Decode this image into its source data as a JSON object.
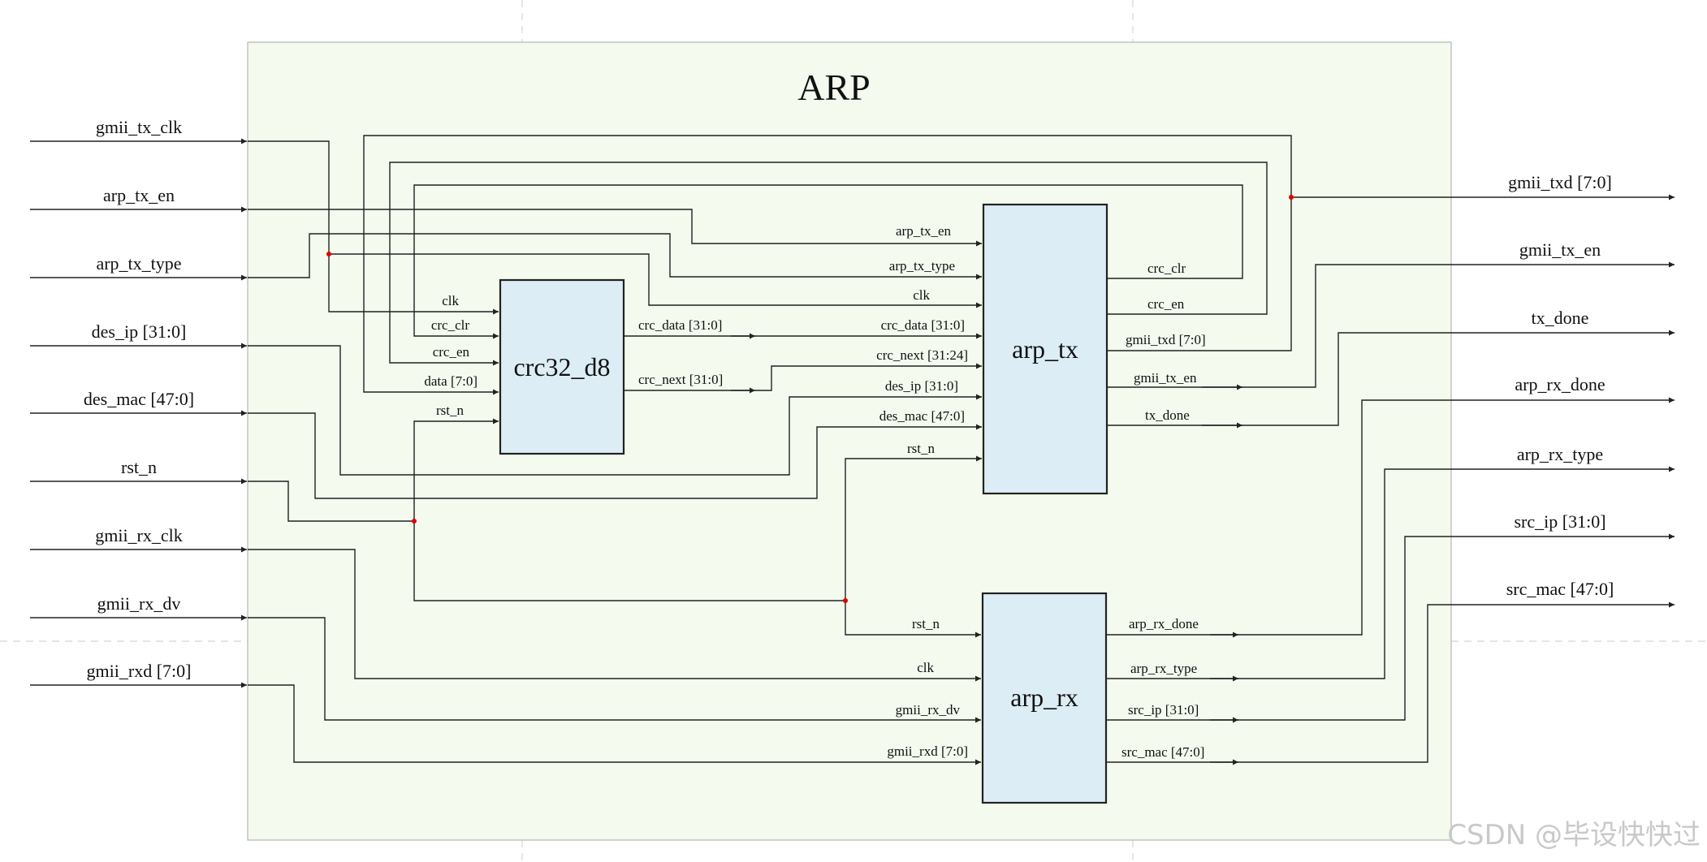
{
  "title": "ARP",
  "watermark": "CSDN @毕设快快过",
  "colors": {
    "frame_fill": "#f4faee",
    "block_fill": "#dcedf5",
    "dot": "#e00000"
  },
  "inputs": [
    "gmii_tx_clk",
    "arp_tx_en",
    "arp_tx_type",
    "des_ip [31:0]",
    "des_mac [47:0]",
    "rst_n",
    "gmii_rx_clk",
    "gmii_rx_dv",
    "gmii_rxd [7:0]"
  ],
  "outputs": [
    "gmii_txd [7:0]",
    "gmii_tx_en",
    "tx_done",
    "arp_rx_done",
    "arp_rx_type",
    "src_ip [31:0]",
    "src_mac [47:0]"
  ],
  "blocks": {
    "crc": {
      "name": "crc32_d8",
      "in": [
        "clk",
        "crc_clr",
        "crc_en",
        "data [7:0]",
        "rst_n"
      ],
      "out": [
        "crc_data [31:0]",
        "crc_next [31:0]"
      ]
    },
    "tx": {
      "name": "arp_tx",
      "in": [
        "arp_tx_en",
        "arp_tx_type",
        "clk",
        "crc_data [31:0]",
        "crc_next [31:24]",
        "des_ip [31:0]",
        "des_mac [47:0]",
        "rst_n"
      ],
      "out": [
        "crc_clr",
        "crc_en",
        "gmii_txd [7:0]",
        "gmii_tx_en",
        "tx_done"
      ]
    },
    "rx": {
      "name": "arp_rx",
      "in": [
        "rst_n",
        "clk",
        "gmii_rx_dv",
        "gmii_rxd [7:0]"
      ],
      "out": [
        "arp_rx_done",
        "arp_rx_type",
        "src_ip [31:0]",
        "src_mac [47:0]"
      ]
    }
  }
}
